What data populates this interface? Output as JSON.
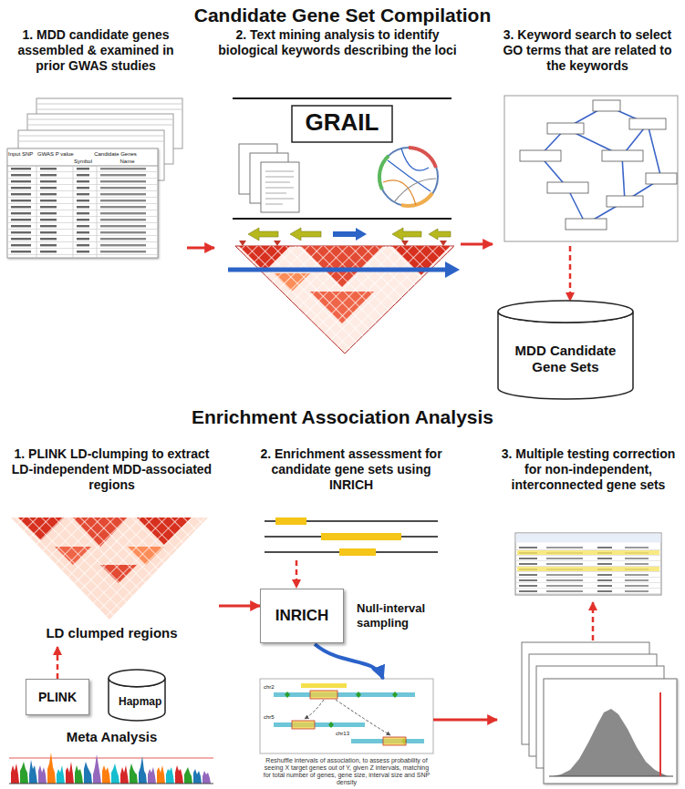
{
  "diagram": {
    "title": "Candidate Gene Set Compilation",
    "nodes": [
      {
        "text": [
          "1. MDD candidate genes assembled & examined in prior GWAS studies"
        ]
      },
      {
        "text": [
          "2. Text mining analysis to identify biological keywords describing the loci"
        ]
      },
      {
        "text": [
          "3. Keyword search to select GO terms that are related to the keywords"
        ]
      },
      {
        "text": [
          "MDD Candidate Gene Sets"
        ]
      },
      {
        "text": [
          "1. PLINK LD-clumping to extract LD-independent MDD-associated regions",
          "LD clumped regions"
        ]
      },
      {
        "text": [
          "PLINK"
        ]
      },
      {
        "text": [
          "Hapmap"
        ]
      },
      {
        "text": [
          "Meta Analysis"
        ]
      },
      {
        "text": [
          "2. Enrichment assessment for candidate gene sets using INRICH"
        ]
      },
      {
        "text": [
          "INRICH",
          "Null-interval sampling"
        ]
      },
      {
        "text": [
          "Reshuffle intervals of association, to assess probability of seeing X target genes out of Y, given Z intervals, matching for total number of genes, gene size, interval size and SNP density"
        ]
      },
      {
        "text": [
          "3. Multiple testing correction for non-independent, interconnected gene sets"
        ]
      }
    ],
    "edges": [
      {
        "from": 0,
        "to": 1,
        "arrow": "to"
      },
      {
        "from": 1,
        "to": 2,
        "arrow": "to"
      },
      {
        "from": 2,
        "to": 3,
        "arrow": "to"
      },
      {
        "from": 5,
        "to": 4,
        "arrow": "to"
      },
      {
        "from": 4,
        "to": 9,
        "arrow": "to"
      },
      {
        "from": 8,
        "to": 9,
        "arrow": "to"
      },
      {
        "from": 9,
        "to": 10,
        "arrow": "to"
      },
      {
        "from": 10,
        "to": 11,
        "arrow": "to"
      }
    ],
    "labels": [
      "Enrichment Association Analysis",
      "GRAIL",
      "Input SNP",
      "GWAS P value",
      "Candidate Genes",
      "Symbol",
      "Name",
      "chr2",
      "chr5",
      "chr13"
    ]
  }
}
